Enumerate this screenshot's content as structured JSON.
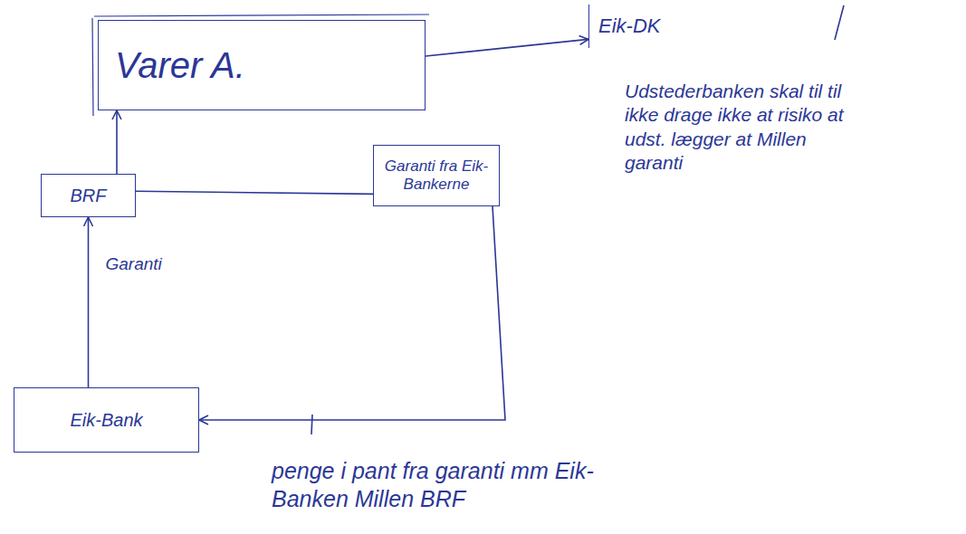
{
  "diagram": {
    "nodes": [
      {
        "text": [
          "Varer A."
        ]
      },
      {
        "text": [
          "Eik-DK"
        ]
      },
      {
        "text": [
          "BRF"
        ]
      },
      {
        "text": [
          "Garanti fra Eik-Bankerne"
        ]
      },
      {
        "text": [
          "Eik-Bank"
        ]
      }
    ],
    "edges": [
      {
        "from": 0,
        "to": 1,
        "arrow": "to"
      },
      {
        "from": 2,
        "to": 0,
        "arrow": "to"
      },
      {
        "from": 2,
        "to": 3,
        "arrow": "none"
      },
      {
        "from": 3,
        "to": 4,
        "arrow": "to"
      },
      {
        "from": 4,
        "to": 2,
        "label": "Garanti",
        "arrow": "to"
      }
    ],
    "labels": [
      "Udstederbanken skal til til ikke drage ikke at risiko at udst. lægger at Millen garanti",
      "penge i pant fra garanti mm Eik-Banken Millen BRF"
    ]
  }
}
